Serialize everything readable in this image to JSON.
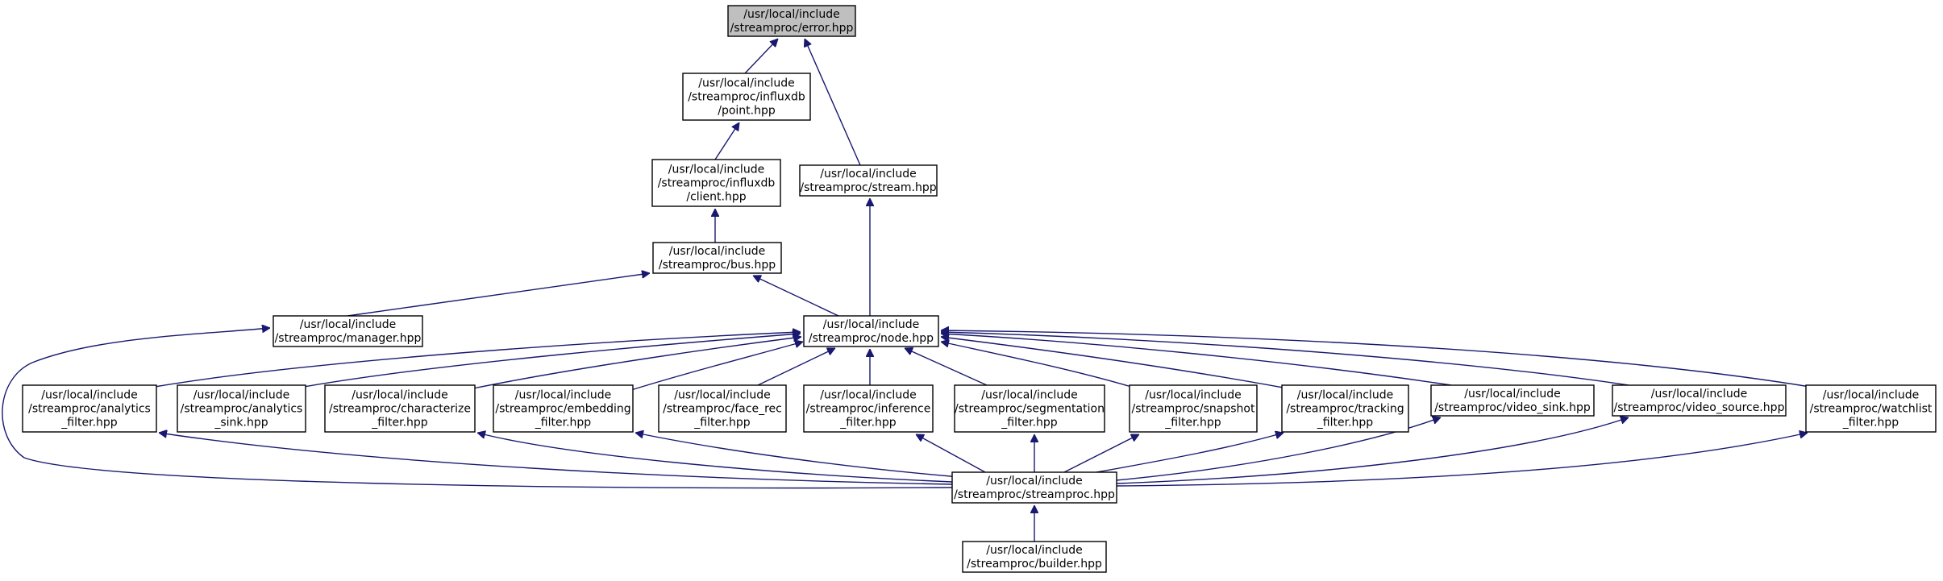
{
  "graph": {
    "edge_color": "#191970",
    "root_fill": "#bfbfbf",
    "nodes": [
      {
        "id": "error",
        "lines": [
          "/usr/local/include",
          "/streamproc/error.hpp"
        ],
        "root": true
      },
      {
        "id": "point",
        "lines": [
          "/usr/local/include",
          "/streamproc/influxdb",
          "/point.hpp"
        ]
      },
      {
        "id": "client",
        "lines": [
          "/usr/local/include",
          "/streamproc/influxdb",
          "/client.hpp"
        ]
      },
      {
        "id": "stream",
        "lines": [
          "/usr/local/include",
          "/streamproc/stream.hpp"
        ]
      },
      {
        "id": "bus",
        "lines": [
          "/usr/local/include",
          "/streamproc/bus.hpp"
        ]
      },
      {
        "id": "manager",
        "lines": [
          "/usr/local/include",
          "/streamproc/manager.hpp"
        ]
      },
      {
        "id": "node",
        "lines": [
          "/usr/local/include",
          "/streamproc/node.hpp"
        ]
      },
      {
        "id": "analytics_filter",
        "lines": [
          "/usr/local/include",
          "/streamproc/analytics",
          "_filter.hpp"
        ]
      },
      {
        "id": "analytics_sink",
        "lines": [
          "/usr/local/include",
          "/streamproc/analytics",
          "_sink.hpp"
        ]
      },
      {
        "id": "characterize",
        "lines": [
          "/usr/local/include",
          "/streamproc/characterize",
          "_filter.hpp"
        ]
      },
      {
        "id": "embedding",
        "lines": [
          "/usr/local/include",
          "/streamproc/embedding",
          "_filter.hpp"
        ]
      },
      {
        "id": "face_rec",
        "lines": [
          "/usr/local/include",
          "/streamproc/face_rec",
          "_filter.hpp"
        ]
      },
      {
        "id": "inference",
        "lines": [
          "/usr/local/include",
          "/streamproc/inference",
          "_filter.hpp"
        ]
      },
      {
        "id": "segmentation",
        "lines": [
          "/usr/local/include",
          "/streamproc/segmentation",
          "_filter.hpp"
        ]
      },
      {
        "id": "snapshot",
        "lines": [
          "/usr/local/include",
          "/streamproc/snapshot",
          "_filter.hpp"
        ]
      },
      {
        "id": "tracking",
        "lines": [
          "/usr/local/include",
          "/streamproc/tracking",
          "_filter.hpp"
        ]
      },
      {
        "id": "video_sink",
        "lines": [
          "/usr/local/include",
          "/streamproc/video_sink.hpp"
        ]
      },
      {
        "id": "video_source",
        "lines": [
          "/usr/local/include",
          "/streamproc/video_source.hpp"
        ]
      },
      {
        "id": "watchlist",
        "lines": [
          "/usr/local/include",
          "/streamproc/watchlist",
          "_filter.hpp"
        ]
      },
      {
        "id": "streamproc",
        "lines": [
          "/usr/local/include",
          "/streamproc/streamproc.hpp"
        ]
      },
      {
        "id": "builder",
        "lines": [
          "/usr/local/include",
          "/streamproc/builder.hpp"
        ]
      }
    ],
    "edges": [
      {
        "from": "point",
        "to": "error"
      },
      {
        "from": "stream",
        "to": "error"
      },
      {
        "from": "client",
        "to": "point"
      },
      {
        "from": "bus",
        "to": "client"
      },
      {
        "from": "node",
        "to": "stream"
      },
      {
        "from": "node",
        "to": "bus"
      },
      {
        "from": "manager",
        "to": "bus"
      },
      {
        "from": "streamproc",
        "to": "manager"
      },
      {
        "from": "analytics_filter",
        "to": "node"
      },
      {
        "from": "analytics_sink",
        "to": "node"
      },
      {
        "from": "characterize",
        "to": "node"
      },
      {
        "from": "embedding",
        "to": "node"
      },
      {
        "from": "face_rec",
        "to": "node"
      },
      {
        "from": "inference",
        "to": "node"
      },
      {
        "from": "segmentation",
        "to": "node"
      },
      {
        "from": "snapshot",
        "to": "node"
      },
      {
        "from": "tracking",
        "to": "node"
      },
      {
        "from": "video_sink",
        "to": "node"
      },
      {
        "from": "video_source",
        "to": "node"
      },
      {
        "from": "watchlist",
        "to": "node"
      },
      {
        "from": "streamproc",
        "to": "analytics_filter"
      },
      {
        "from": "streamproc",
        "to": "characterize"
      },
      {
        "from": "streamproc",
        "to": "embedding"
      },
      {
        "from": "streamproc",
        "to": "inference"
      },
      {
        "from": "streamproc",
        "to": "segmentation"
      },
      {
        "from": "streamproc",
        "to": "snapshot"
      },
      {
        "from": "streamproc",
        "to": "tracking"
      },
      {
        "from": "streamproc",
        "to": "video_sink"
      },
      {
        "from": "streamproc",
        "to": "video_source"
      },
      {
        "from": "streamproc",
        "to": "watchlist"
      },
      {
        "from": "builder",
        "to": "streamproc"
      }
    ]
  }
}
